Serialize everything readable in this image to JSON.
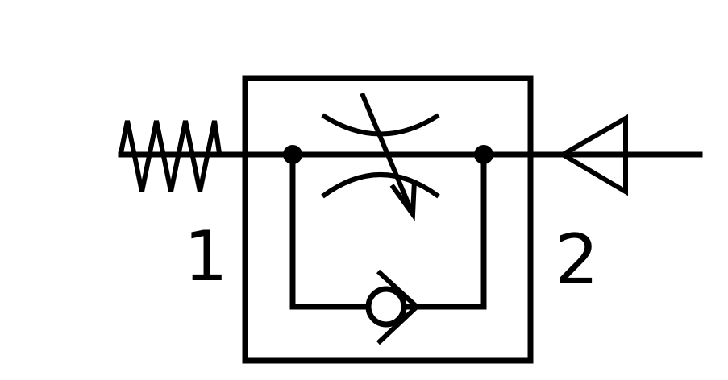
{
  "diagram": {
    "ports": [
      {
        "id": "port-1",
        "label": "1"
      },
      {
        "id": "port-2",
        "label": "2"
      }
    ],
    "colors": {
      "line": "#000000",
      "background": "#ffffff"
    },
    "components": [
      "spring",
      "valve-body",
      "adjustable-throttle",
      "check-valve",
      "junction-dot",
      "connection-triangle"
    ]
  }
}
